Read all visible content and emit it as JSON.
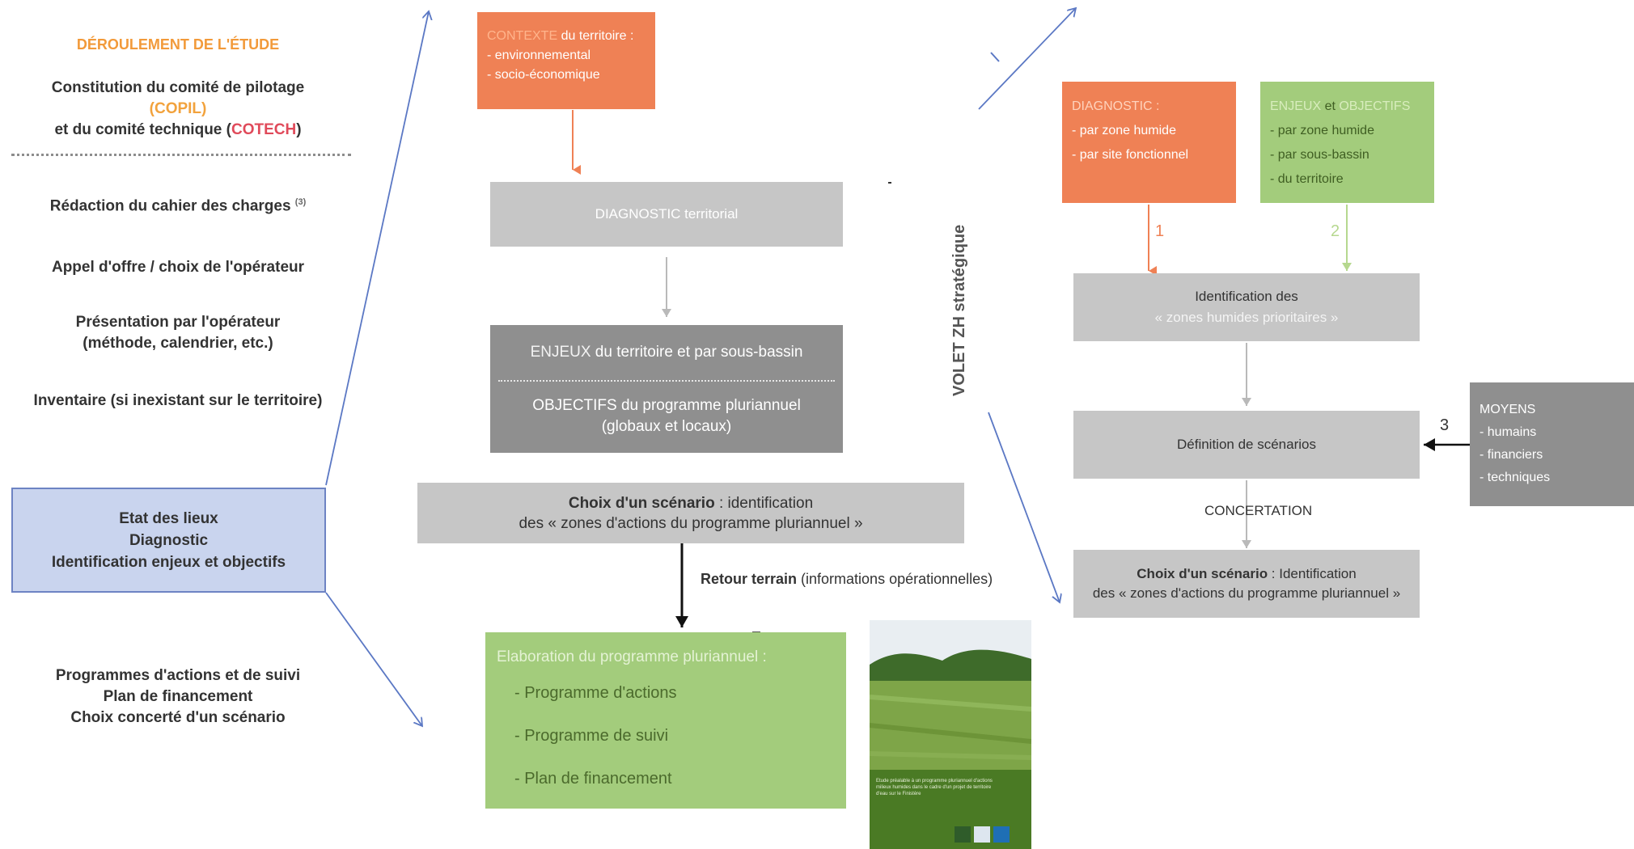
{
  "left_steps": {
    "title": "DÉROULEMENT DE L'ÉTUDE",
    "step1_line1": "Constitution du comité de pilotage",
    "step1_copil": "(COPIL)",
    "step1_line3_prefix": "et du comité technique (",
    "step1_cotech": "COTECH",
    "step1_line3_suffix": ")",
    "step2": "Rédaction du cahier des charges",
    "step2_note": "(3)",
    "step3": "Appel d'offre / choix de l'opérateur",
    "step4_line1": "Présentation par l'opérateur",
    "step4_line2": "(méthode, calendrier, etc.)",
    "step5": "Inventaire (si inexistant sur le territoire)",
    "highlight_line1": "Etat des lieux",
    "highlight_line2": "Diagnostic",
    "highlight_line3": "Identification enjeux et objectifs",
    "step7_line1": "Programmes d'actions et de suivi",
    "step7_line2": "Plan de financement",
    "step7_line3": "Choix concerté d'un scénario"
  },
  "middle": {
    "contexte_head": "CONTEXTE",
    "contexte_rest": " du territoire :",
    "contexte_item1": "- environnemental",
    "contexte_item2": "- socio-économique",
    "diagnostic_territorial": "DIAGNOSTIC  territorial",
    "enjeux_head": "ENJEUX",
    "enjeux_rest": " du territoire et par sous-bassin",
    "objectifs_line1": "OBJECTIFS du programme pluriannuel",
    "objectifs_line2": "(globaux et locaux)",
    "choix_bold": "Choix d'un scénario",
    "choix_rest": " : identification",
    "choix_line2": "des « zones d'actions du programme pluriannuel »",
    "retour_bold": "Retour terrain",
    "retour_rest": " (informations opérationnelles)",
    "elaboration_title": "Elaboration du programme pluriannuel :",
    "elab_item1": "- Programme d'actions",
    "elab_item2": "- Programme de suivi",
    "elab_item3": "- Plan de financement"
  },
  "cover": {
    "caption_line1": "Etude préalable à un programme pluriannuel d'actions",
    "caption_line2": "milieux humides dans le cadre d'un projet de territoire",
    "caption_line3": "d'eau sur le Finistère"
  },
  "right": {
    "vertical_label": "VOLET ZH stratégique",
    "diag_head": "DIAGNOSTIC :",
    "diag_item1": "- par zone humide",
    "diag_item2": "- par site fonctionnel",
    "enjeux_head": "ENJEUX",
    "enjeux_et": " et ",
    "objectifs_head": "OBJECTIFS",
    "enj_item1": "- par zone humide",
    "enj_item2": "- par sous-bassin",
    "enj_item3": "- du territoire",
    "num1": "1",
    "num2": "2",
    "num3": "3",
    "ident_line1": "Identification des",
    "ident_line2": "« zones humides prioritaires »",
    "definition": "Définition de scénarios",
    "concertation": "CONCERTATION",
    "choix_bold": "Choix d'un scénario",
    "choix_rest": " : Identification",
    "choix_line2": "des « zones d'actions du programme pluriannuel »",
    "moyens_head": "MOYENS",
    "moyens_item1": "- humains",
    "moyens_item2": "- financiers",
    "moyens_item3": "- techniques"
  },
  "colors": {
    "orange": "#ef8155",
    "green": "#a3cc7c",
    "light_gray": "#c6c6c6",
    "dark_gray": "#8f8f8f",
    "highlight_blue": "#c9d4ee",
    "connector_blue": "#5b78c4"
  }
}
